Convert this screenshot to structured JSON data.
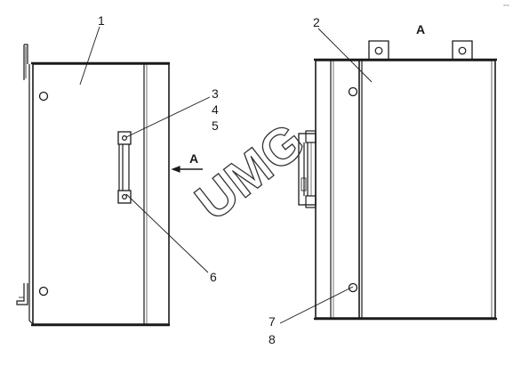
{
  "drawing": {
    "callouts": {
      "c1": "1",
      "c2": "2",
      "c3": "3",
      "c4": "4",
      "c5": "5",
      "c6": "6",
      "c7": "7",
      "c8": "8"
    },
    "view_arrow_label": "A",
    "view_a_title": "A",
    "watermark": "UMG",
    "corner_mark": "=="
  },
  "colors": {
    "line": "#1a1a1a",
    "fill": "#ffffff",
    "watermark": "#333333"
  }
}
